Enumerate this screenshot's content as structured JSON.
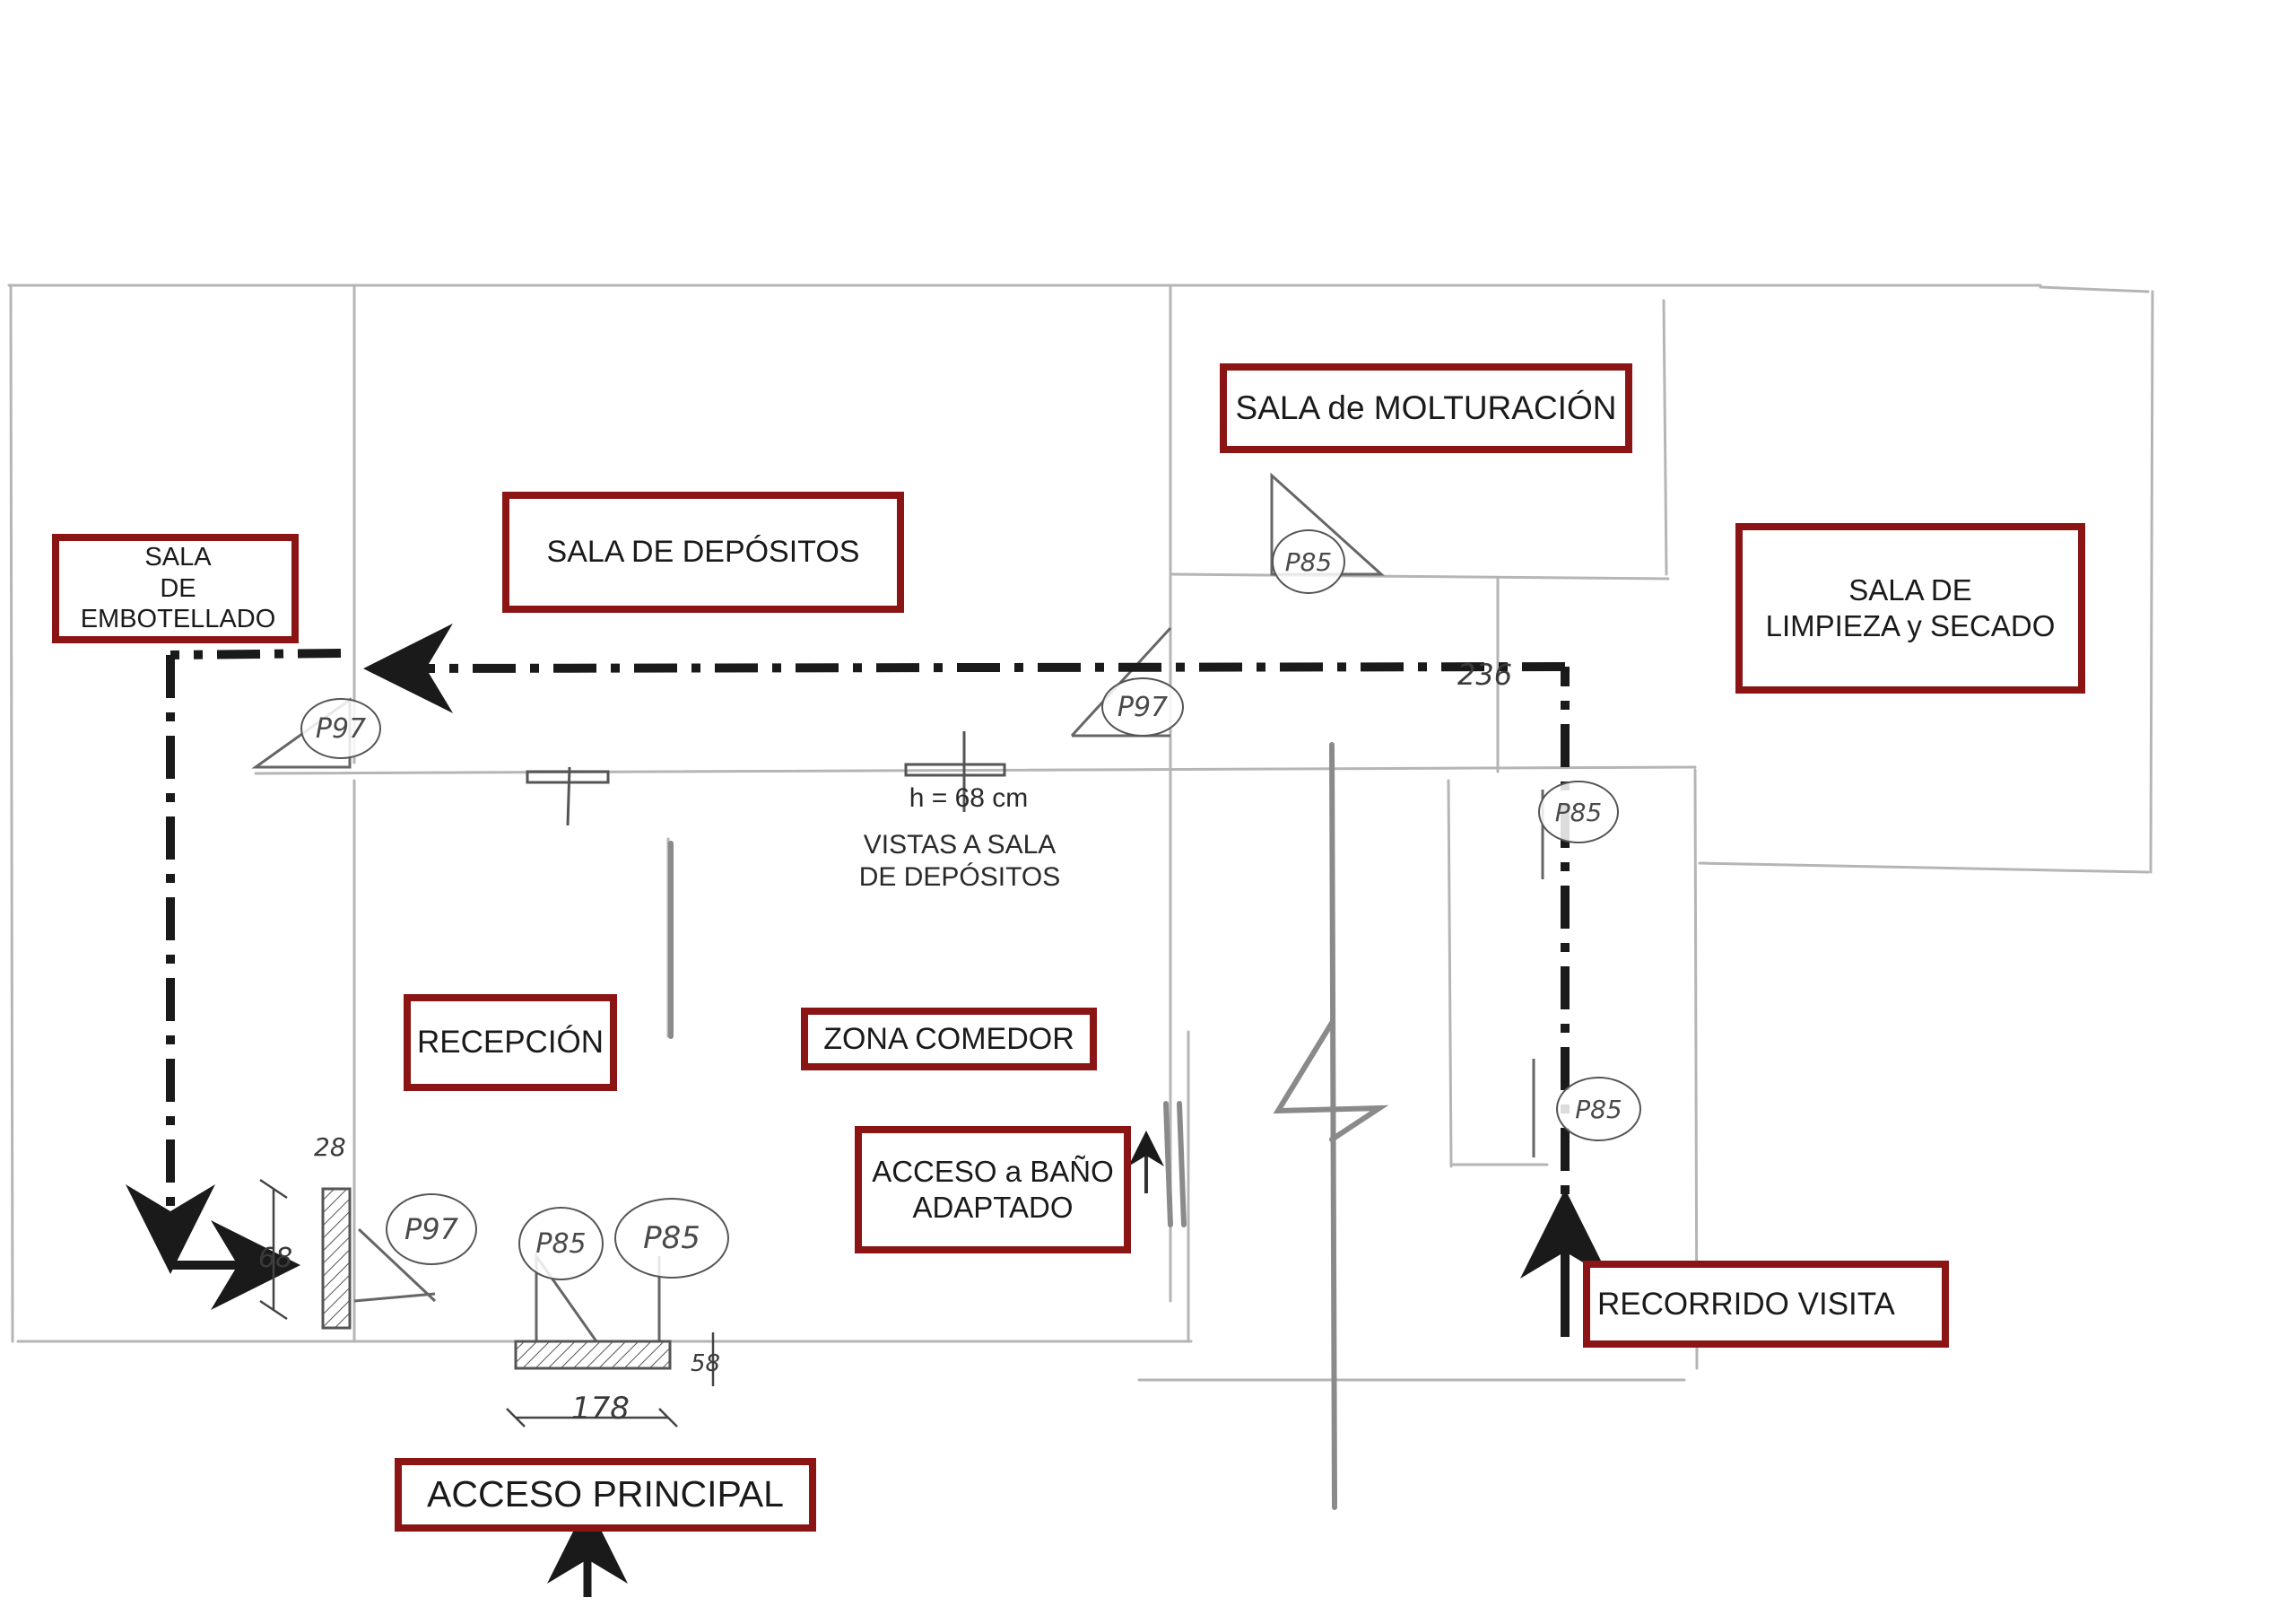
{
  "rooms": {
    "sala_embotellado": "SALA\nDE EMBOTELLADO",
    "sala_depositos": "SALA DE DEPÓSITOS",
    "sala_molturacion": "SALA de MOLTURACIÓN",
    "sala_limpieza": "SALA DE\nLIMPIEZA y SECADO",
    "recepcion": "RECEPCIÓN",
    "zona_comedor": "ZONA COMEDOR",
    "acceso_bano": "ACCESO a BAÑO\nADAPTADO",
    "recorrido_visita": "RECORRIDO VISITA",
    "acceso_principal": "ACCESO PRINCIPAL"
  },
  "notes": {
    "window_height": "h = 68 cm",
    "vistas": "VISTAS A SALA\nDE DEPÓSITOS"
  },
  "door_tags": {
    "p97_left": "P97",
    "p97_mid": "P97",
    "p97_reception": "P97",
    "p85_molturacion": "P85",
    "p85_upper_right": "P85",
    "p85_lower_right": "P85",
    "p85_main_left": "P85",
    "p85_main_right": "P85"
  },
  "dimensions": {
    "d236": "236",
    "d28": "28",
    "d68": "68",
    "d58": "58",
    "d178": "178"
  },
  "colors": {
    "label_border": "#8b1515",
    "walls": "#b8b8b8",
    "route": "#1a1a1a"
  }
}
